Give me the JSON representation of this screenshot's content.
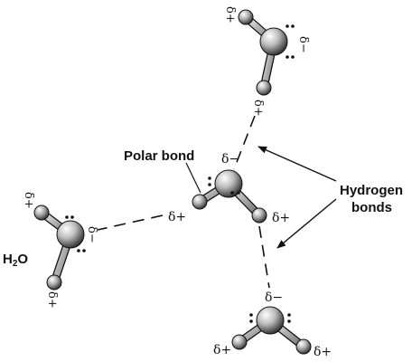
{
  "labels": {
    "polar_bond": "Polar bond",
    "hydrogen_line1": "Hydrogen",
    "hydrogen_line2": "bonds",
    "water_formula_main": "H",
    "water_formula_sub": "2",
    "water_formula_end": "O"
  },
  "charges": {
    "delta_plus": "δ+",
    "delta_minus": "δ−"
  },
  "colors": {
    "atom_light": "#ffffff",
    "atom_mid": "#b9b9b9",
    "atom_dark": "#2a2a2a",
    "line": "#111111"
  }
}
